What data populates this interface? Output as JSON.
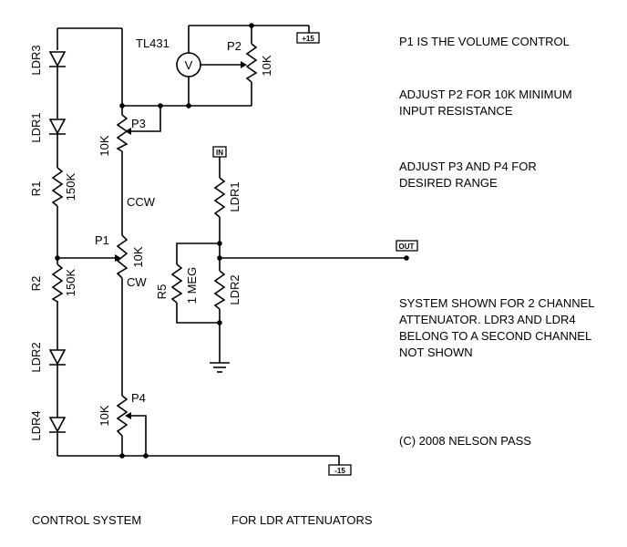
{
  "components": {
    "ldr3": "LDR3",
    "ldr1_left": "LDR1",
    "r1": "R1",
    "r1_value": "150K",
    "r2": "R2",
    "r2_value": "150K",
    "ldr2_left": "LDR2",
    "ldr4": "LDR4",
    "p1": "P1",
    "p1_value": "10K",
    "p1_ccw": "CCW",
    "p1_cw": "CW",
    "p2": "P2",
    "p2_value": "10K",
    "p3": "P3",
    "p3_value": "10K",
    "p4": "P4",
    "p4_value": "10K",
    "tl431": "TL431",
    "v_symbol": "V",
    "ldr1_right": "LDR1",
    "ldr2_right": "LDR2",
    "r5": "R5",
    "r5_value": "1 MEG"
  },
  "terminals": {
    "plus15": "+15",
    "minus15": "-15",
    "in": "IN",
    "out": "OUT"
  },
  "notes": {
    "line1": "P1 IS THE VOLUME CONTROL",
    "line2a": "ADJUST P2 FOR 10K MINIMUM",
    "line2b": "INPUT RESISTANCE",
    "line3a": "ADJUST P3 AND P4 FOR",
    "line3b": "DESIRED RANGE",
    "line4a": "SYSTEM SHOWN FOR 2 CHANNEL",
    "line4b": "ATTENUATOR.  LDR3 AND LDR4",
    "line4c": "BELONG TO A SECOND CHANNEL",
    "line4d": "NOT SHOWN",
    "copyright": "(C) 2008 NELSON PASS"
  },
  "footer": {
    "left": "CONTROL SYSTEM",
    "right": "FOR LDR ATTENUATORS"
  }
}
